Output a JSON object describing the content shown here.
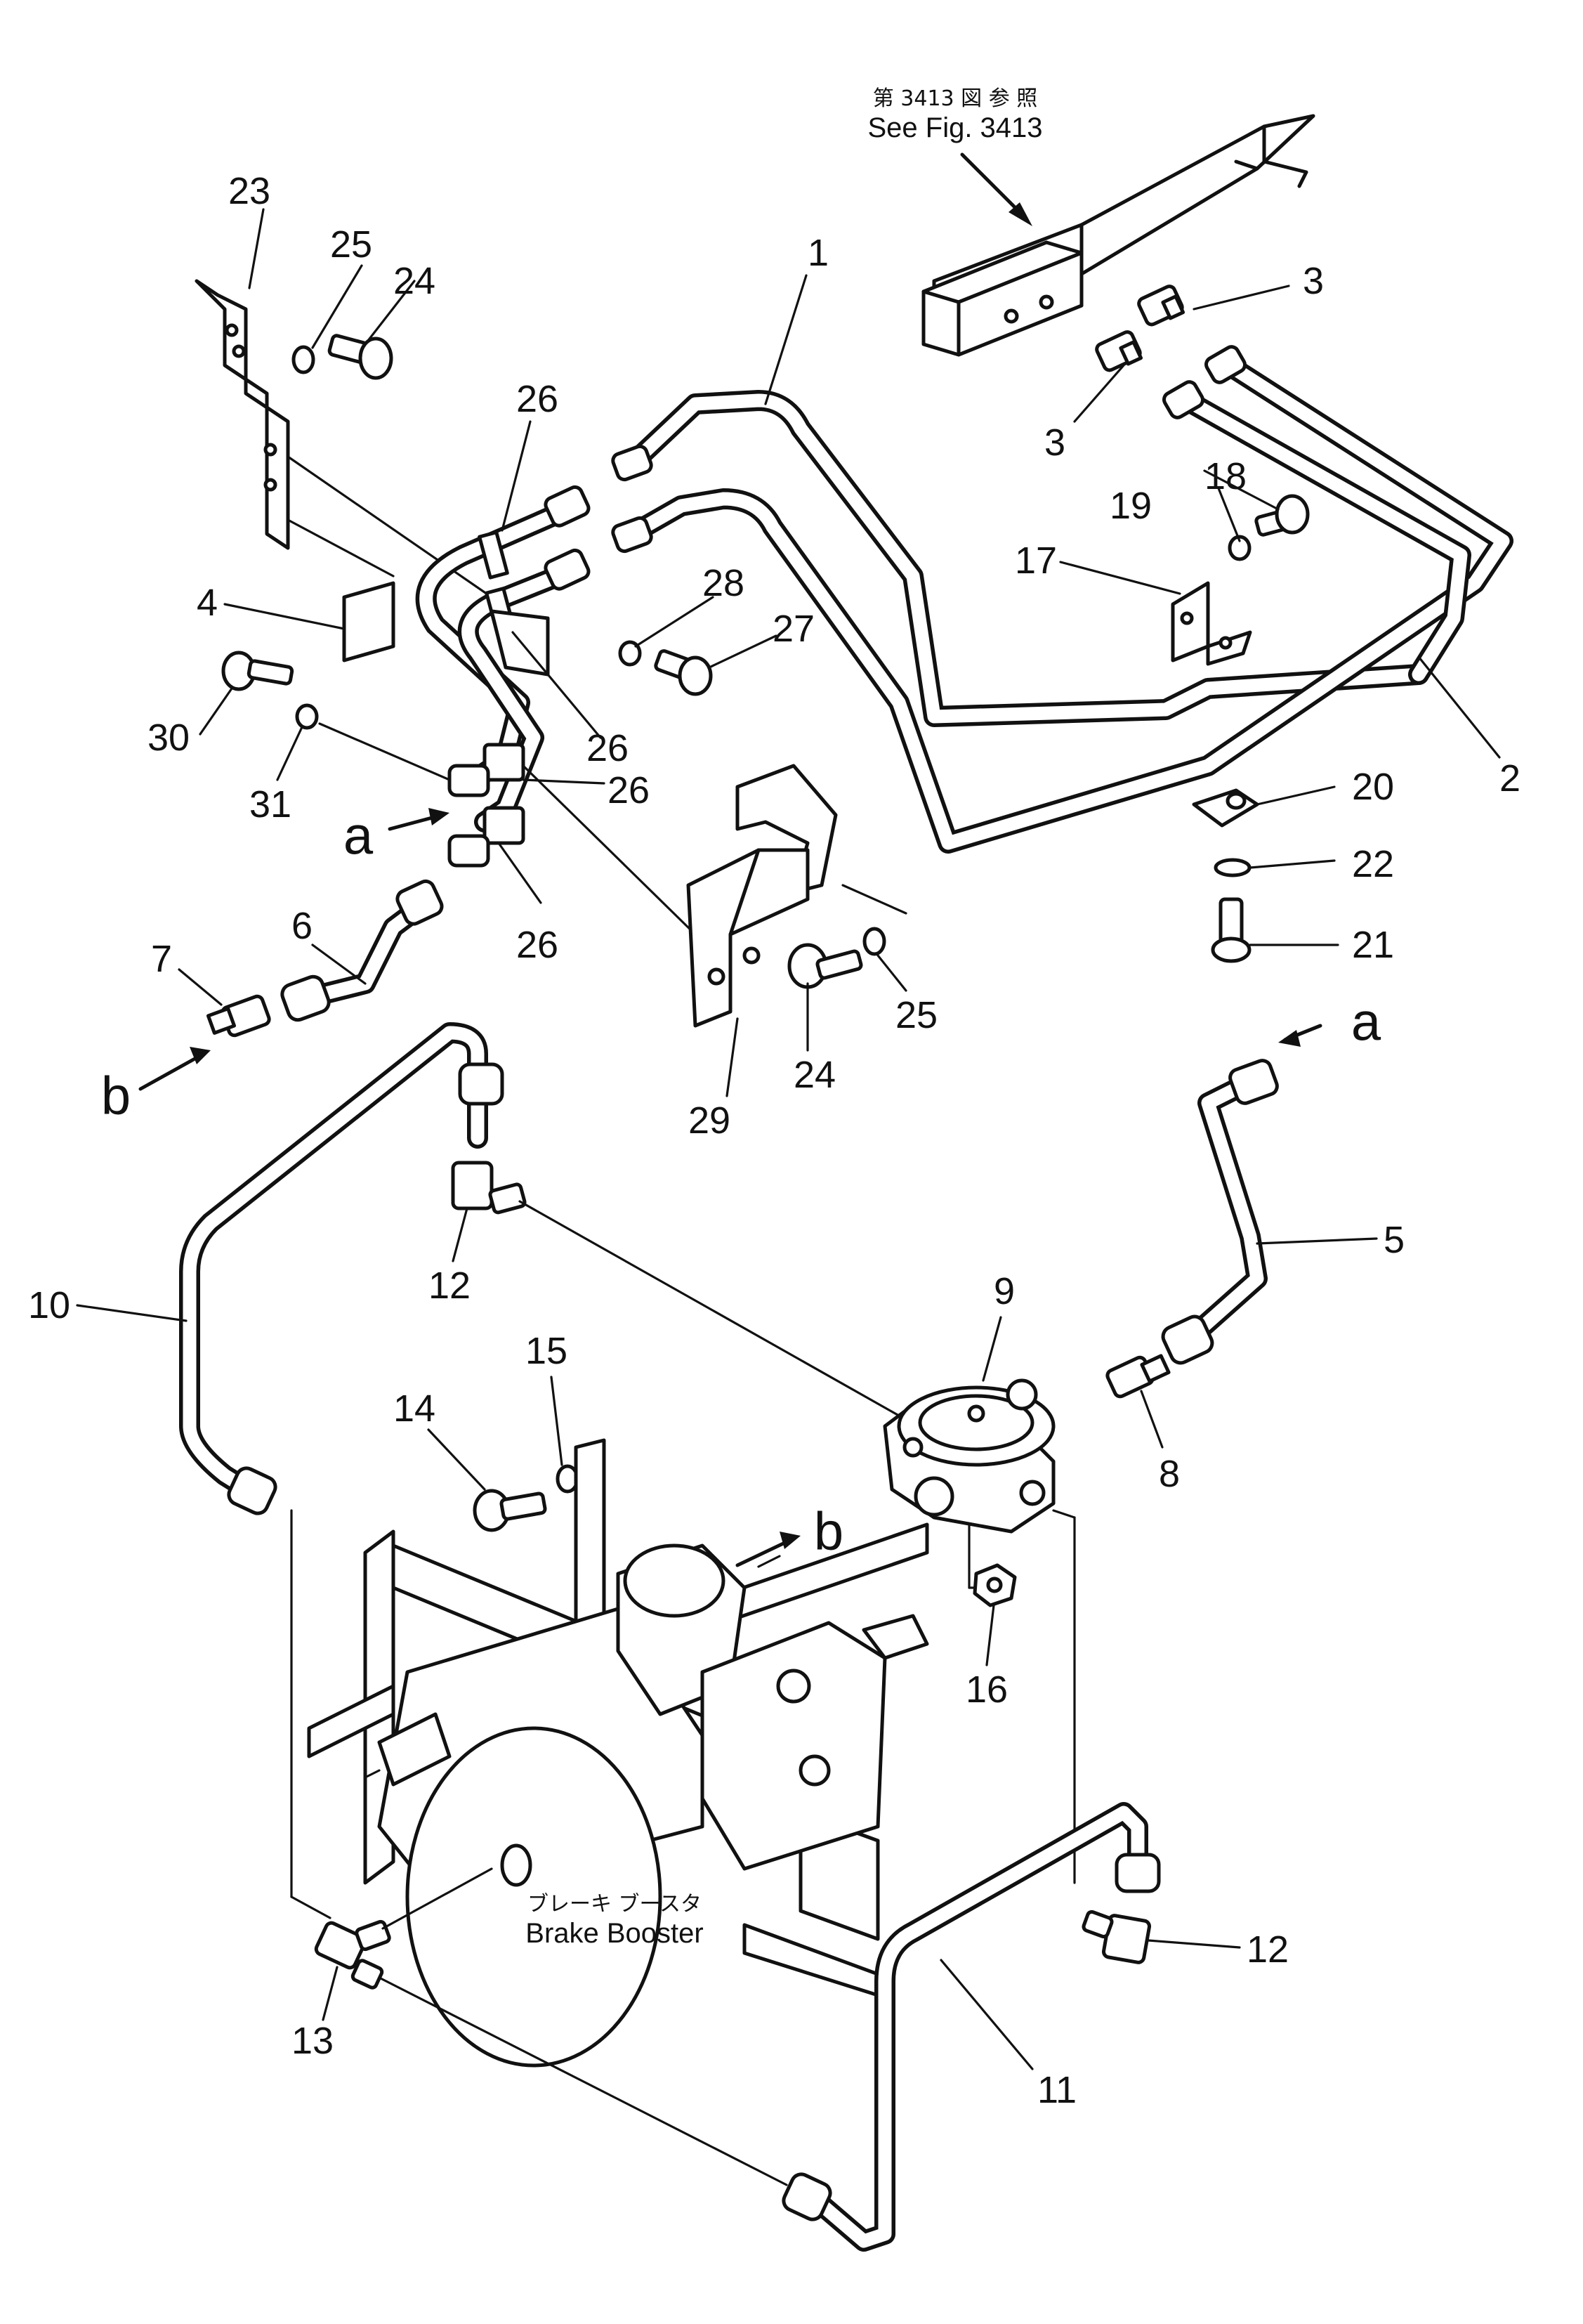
{
  "references": {
    "japanese": "第 3413 図 参 照",
    "english": "See Fig. 3413"
  },
  "component_labels": {
    "brake_booster_japanese": "ブレーキ ブースタ",
    "brake_booster_english": "Brake Booster"
  },
  "connection_letters": {
    "a": "a",
    "b": "b"
  },
  "part_numbers": {
    "p1": "1",
    "p2": "2",
    "p3": "3",
    "p4": "4",
    "p5": "5",
    "p6": "6",
    "p7": "7",
    "p8": "8",
    "p9": "9",
    "p10": "10",
    "p11": "11",
    "p12": "12",
    "p13": "13",
    "p14": "14",
    "p15": "15",
    "p16": "16",
    "p17": "17",
    "p18": "18",
    "p19": "19",
    "p20": "20",
    "p21": "21",
    "p22": "22",
    "p23": "23",
    "p24": "24",
    "p25": "25",
    "p26": "26",
    "p27": "27",
    "p28": "28",
    "p29": "29",
    "p30": "30",
    "p31": "31"
  }
}
